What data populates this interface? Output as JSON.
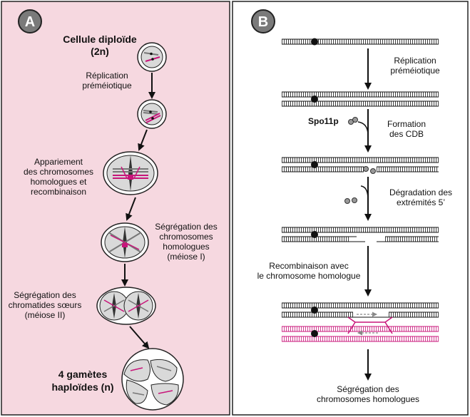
{
  "panel_a": {
    "badge": "A",
    "diploid_title": "Cellule diploïde",
    "diploid_ploidy": "(2n)",
    "step1": [
      "Réplication",
      "préméiotique"
    ],
    "step2": [
      "Appariement",
      "des chromosomes",
      "homologues et",
      "recombinaison"
    ],
    "step3": [
      "Ségrégation des",
      "chromosomes",
      "homologues",
      "(méiose I)"
    ],
    "step4": [
      "Ségrégation des",
      "chromatides sœurs",
      "(méiose II)"
    ],
    "result": [
      "4 gamètes",
      "haploïdes (n)"
    ]
  },
  "panel_b": {
    "badge": "B",
    "step1": [
      "Réplication",
      "préméiotique"
    ],
    "protein": "Spo11p",
    "step2": [
      "Formation",
      "des CDB"
    ],
    "step3": [
      "Dégradation des",
      "extrémités 5’"
    ],
    "step4": [
      "Recombinaison avec",
      "le chromosome homologue"
    ],
    "result": [
      "Ségrégation des",
      "chromosomes homologues"
    ]
  },
  "colors": {
    "panel_a_bg": "#f6d8e0",
    "panel_b_bg": "#ffffff",
    "magenta": "#c8157a",
    "cell_fill": "#d9d9d9",
    "badge_bg": "#7a7a7a",
    "ink": "#111111"
  }
}
